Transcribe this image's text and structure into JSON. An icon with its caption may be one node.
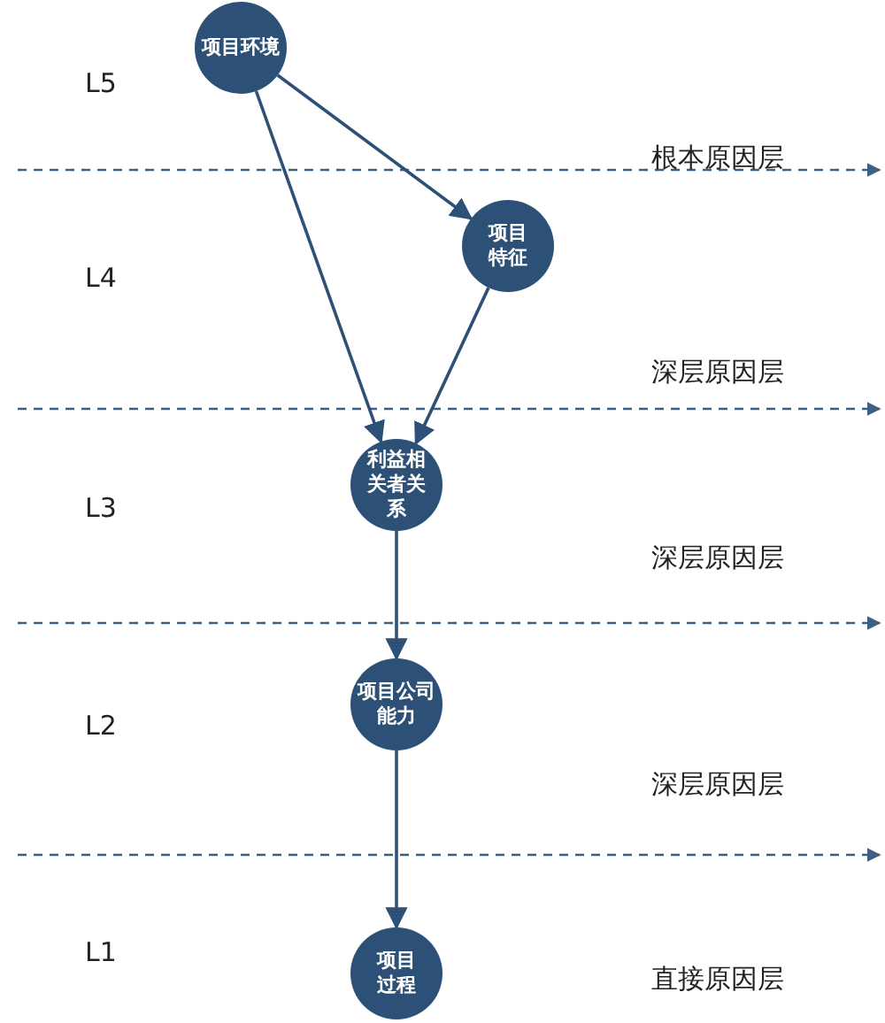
{
  "diagram": {
    "nodes": [
      {
        "text": [
          "项目环境"
        ]
      },
      {
        "text": [
          "项目特征"
        ]
      },
      {
        "text": [
          "利益相关者关系"
        ]
      },
      {
        "text": [
          "项目公司能力"
        ]
      },
      {
        "text": [
          "项目过程"
        ]
      }
    ],
    "edges": [
      {
        "from": 0,
        "to": 1,
        "arrow": "to"
      },
      {
        "from": 0,
        "to": 2,
        "arrow": "to"
      },
      {
        "from": 1,
        "to": 2,
        "arrow": "to"
      },
      {
        "from": 2,
        "to": 3,
        "arrow": "to"
      },
      {
        "from": 3,
        "to": 4,
        "arrow": "to"
      }
    ],
    "labels": [
      "L5",
      "根本原因层",
      "L4",
      "深层原因层",
      "L3",
      "深层原因层",
      "L2",
      "深层原因层",
      "L1",
      "直接原因层"
    ]
  }
}
